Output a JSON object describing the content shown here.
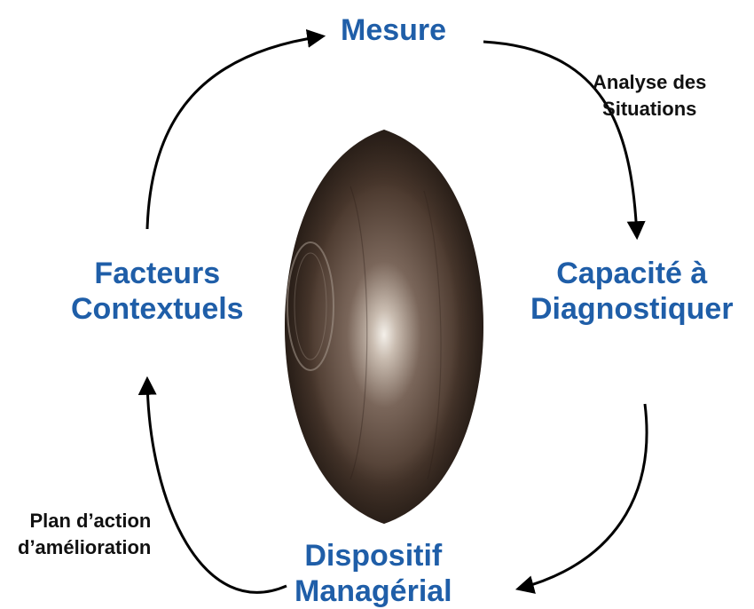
{
  "colors": {
    "node_text": "#1f5ea8",
    "label_text": "#111111",
    "arrow": "#000000",
    "ball": "#3b2c23"
  },
  "nodes": {
    "mesure": "Mesure",
    "capacite": {
      "line1": "Capacité à",
      "line2": "Diagnostiquer"
    },
    "dispositif": {
      "line1": "Dispositif",
      "line2": "Managérial"
    },
    "facteurs": {
      "line1": "Facteurs",
      "line2": "Contextuels"
    }
  },
  "edge_labels": {
    "analyse": {
      "line1": "Analyse  des",
      "line2": "Situations"
    },
    "plan": {
      "line1": "Plan d’action",
      "line2": "d’amélioration"
    }
  },
  "center_image": "rugby-ball"
}
